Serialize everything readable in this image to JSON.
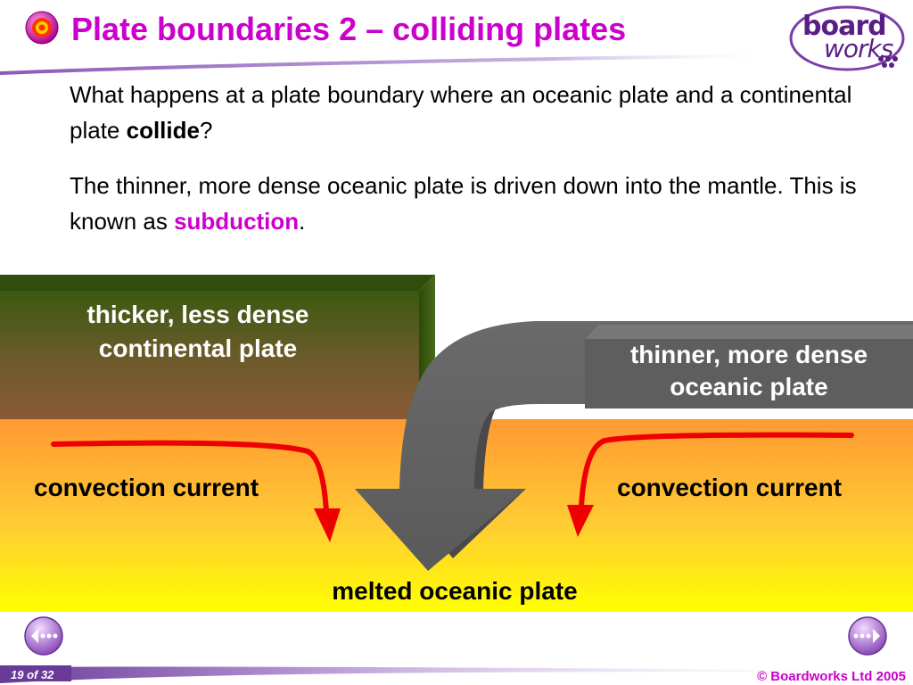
{
  "header": {
    "title": "Plate boundaries 2 – colliding plates",
    "logo_word1": "board",
    "logo_word2": "works"
  },
  "body": {
    "p1_text": "What happens at a plate boundary where an oceanic plate and a continental plate ",
    "p1_keyword": "collide",
    "p1_end": "?",
    "p2_text": "The thinner, more dense oceanic plate is driven down into the mantle. This is known as ",
    "p2_keyword": "subduction",
    "p2_end": "."
  },
  "diagram": {
    "continental_label": [
      "thicker, less dense",
      "continental plate"
    ],
    "oceanic_label": [
      "thinner, more dense",
      "oceanic plate"
    ],
    "convection_left": "convection current",
    "convection_right": "convection current",
    "melted_label": "melted oceanic plate"
  },
  "footer": {
    "page": "19 of 32",
    "copyright": "© Boardworks Ltd 2005"
  },
  "colors": {
    "title": "#cc00cc",
    "keyword": "#cc00cc",
    "continental_top": "#3a5a10",
    "mantle_top": "#ff9933",
    "mantle_bottom": "#ffff00",
    "oceanic_plate": "#5a5a5a",
    "convection_arrow": "#ee0000",
    "footer_bar": "#8a5ab8"
  },
  "icons": {
    "title_icon": "target-icon",
    "prev": "back-arrow-icon",
    "next": "forward-arrow-icon"
  }
}
